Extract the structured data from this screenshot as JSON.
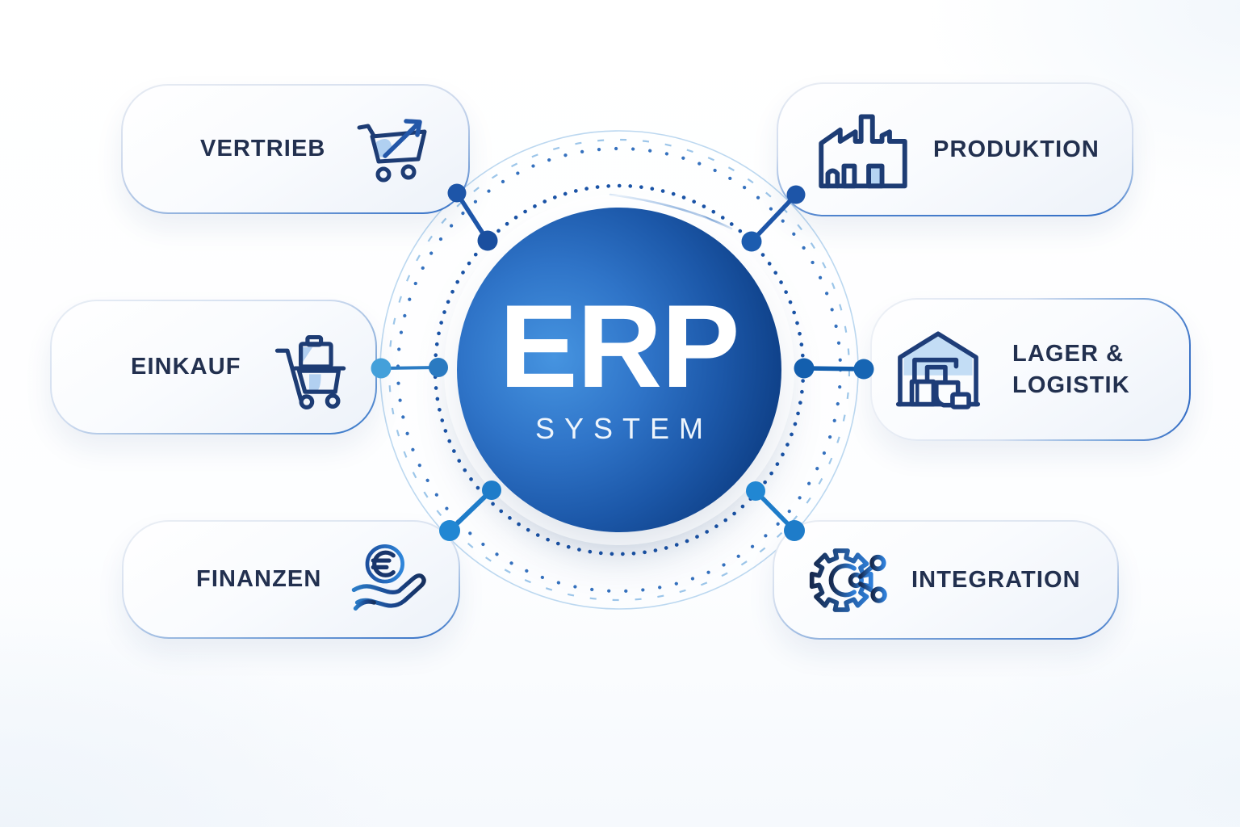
{
  "center": {
    "title": "ERP",
    "subtitle": "SYSTEM"
  },
  "modules": [
    {
      "id": "vertrieb",
      "label": "VERTRIEB",
      "icon": "cart-growth-arrow-icon",
      "position": "top-left"
    },
    {
      "id": "produktion",
      "label": "PRODUKTION",
      "icon": "factory-icon",
      "position": "top-right"
    },
    {
      "id": "einkauf",
      "label": "EINKAUF",
      "icon": "loaded-cart-icon",
      "position": "middle-left"
    },
    {
      "id": "lager-logistik",
      "label": "LAGER & LOGISTIK",
      "icon": "warehouse-icon",
      "position": "middle-right"
    },
    {
      "id": "finanzen",
      "label": "FINANZEN",
      "icon": "euro-hand-icon",
      "position": "bottom-left"
    },
    {
      "id": "integration",
      "label": "INTEGRATION",
      "icon": "gear-network-icon",
      "position": "bottom-right"
    }
  ],
  "colors": {
    "hub_gradient": [
      "#4694e0",
      "#2f74c8",
      "#1c58a9",
      "#0a3068"
    ],
    "label_text": "#22304f",
    "connector_dark": "#1d55a8",
    "connector_medium": "#1e7cc9",
    "connector_light": "#44a0da",
    "pill_border_blue": "#2e6cc5",
    "icon_stroke": "#1d3c74",
    "icon_fill_light": "#aecdf0",
    "ring_dots_dark": "#1a53a6",
    "ring_dots_medium": "#2a69ba",
    "ring_light": "#bcd8f0"
  }
}
